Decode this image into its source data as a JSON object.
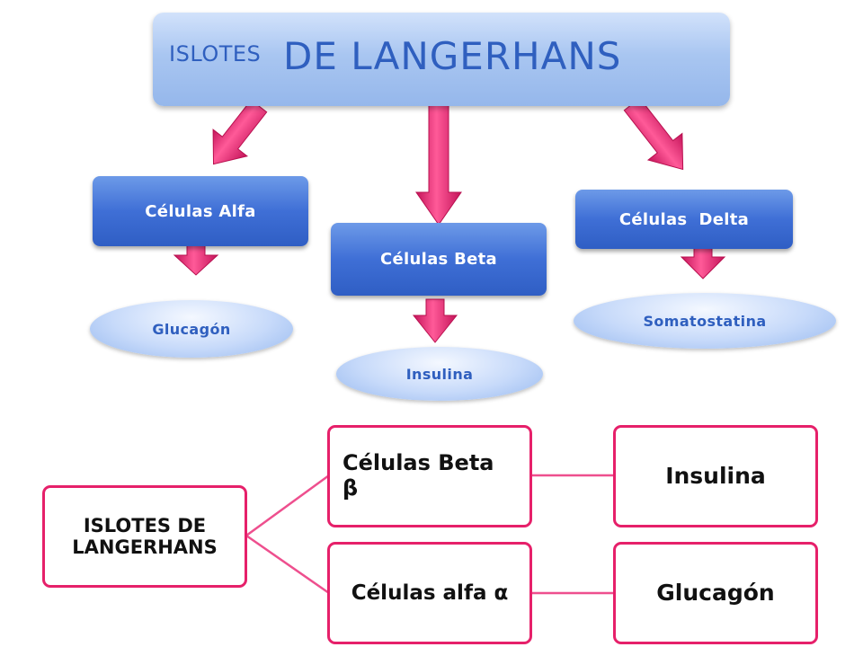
{
  "top_diagram": {
    "title_small": "ISLOTES",
    "title_big": "DE LANGERHANS",
    "cells": [
      {
        "label": "Células Alfa",
        "hormone": "Glucagón"
      },
      {
        "label": "Células Beta",
        "hormone": "Insulina"
      },
      {
        "label": "Células  Delta",
        "hormone": "Somatostatina"
      }
    ]
  },
  "bottom_diagram": {
    "root": "ISLOTES DE LANGERHANS",
    "branches": [
      {
        "cell": "Células Beta β",
        "hormone": "Insulina"
      },
      {
        "cell": "Células alfa α",
        "hormone": "Glucagón"
      }
    ]
  },
  "colors": {
    "arrow": "#e8246e",
    "title_text": "#2f5fbf",
    "cell_blue": "#3f6fd6",
    "outline_pink": "#e6206a"
  }
}
